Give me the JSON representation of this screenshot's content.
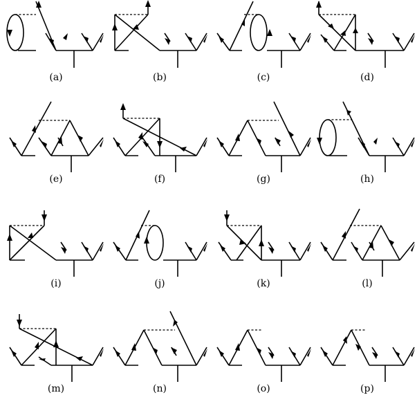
{
  "diagram": {
    "panels": [
      {
        "id": "a",
        "label": "(a)"
      },
      {
        "id": "b",
        "label": "(b)"
      },
      {
        "id": "c",
        "label": "(c)"
      },
      {
        "id": "d",
        "label": "(d)"
      },
      {
        "id": "e",
        "label": "(e)"
      },
      {
        "id": "f",
        "label": "(f)"
      },
      {
        "id": "g",
        "label": "(g)"
      },
      {
        "id": "h",
        "label": "(h)"
      },
      {
        "id": "i",
        "label": "(i)"
      },
      {
        "id": "j",
        "label": "(j)"
      },
      {
        "id": "k",
        "label": "(k)"
      },
      {
        "id": "l",
        "label": "(l)"
      },
      {
        "id": "m",
        "label": "(m)"
      },
      {
        "id": "n",
        "label": "(n)"
      },
      {
        "id": "o",
        "label": "(o)"
      },
      {
        "id": "p",
        "label": "(p)"
      }
    ],
    "colors": {
      "line": "#000000",
      "background": "#ffffff"
    }
  }
}
